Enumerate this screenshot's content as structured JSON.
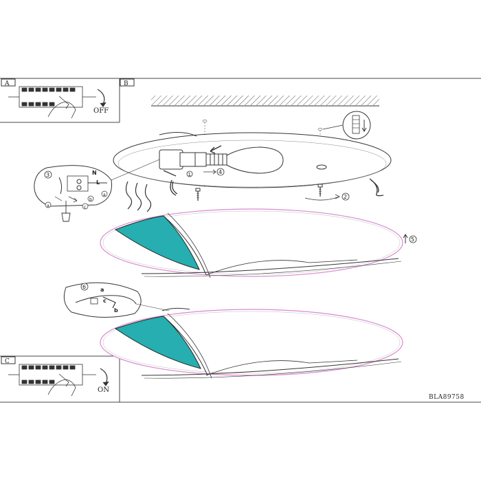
{
  "panels": {
    "a": {
      "label": "A",
      "switch_text": "OFF"
    },
    "b": {
      "label": "B"
    },
    "c": {
      "label": "C",
      "switch_text": "ON"
    }
  },
  "steps": {
    "s1": "1",
    "s2": "2",
    "s3": "3",
    "s4": "4",
    "s5": "5",
    "s6": "6"
  },
  "wiring": {
    "neutral": "N",
    "live": "L",
    "a": "a",
    "b": "b",
    "c": "c"
  },
  "clip_detail": {
    "a": "a",
    "b": "b",
    "c": "c"
  },
  "model_code": "BLA89758",
  "colors": {
    "glass_accent": "#27aeb0",
    "glass_edge": "#d98ad0",
    "line": "#333333"
  }
}
